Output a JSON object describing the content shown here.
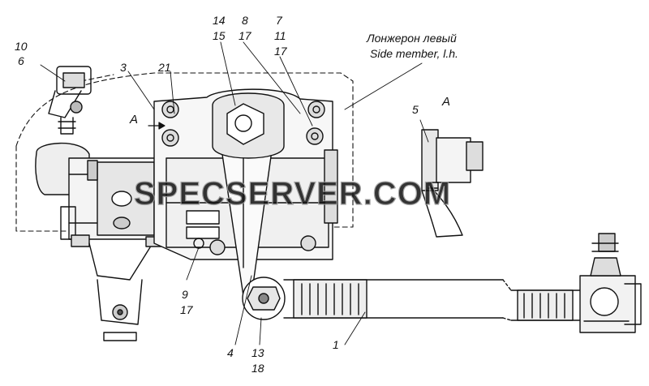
{
  "callouts": {
    "c10": "10",
    "c6": "6",
    "c3": "3",
    "c21": "21",
    "c14": "14",
    "c15": "15",
    "c8": "8",
    "c17a": "17",
    "c7": "7",
    "c11": "11",
    "c17b": "17",
    "c5": "5",
    "c9": "9",
    "c17c": "17",
    "c4": "4",
    "c13": "13",
    "c18": "18",
    "c1": "1"
  },
  "view_marker": {
    "label": "A",
    "detail_label": "A"
  },
  "side_member": {
    "ru": "Лонжерон левый",
    "en": "Side member, l.h."
  },
  "watermark": "SPECSERVER.COM"
}
